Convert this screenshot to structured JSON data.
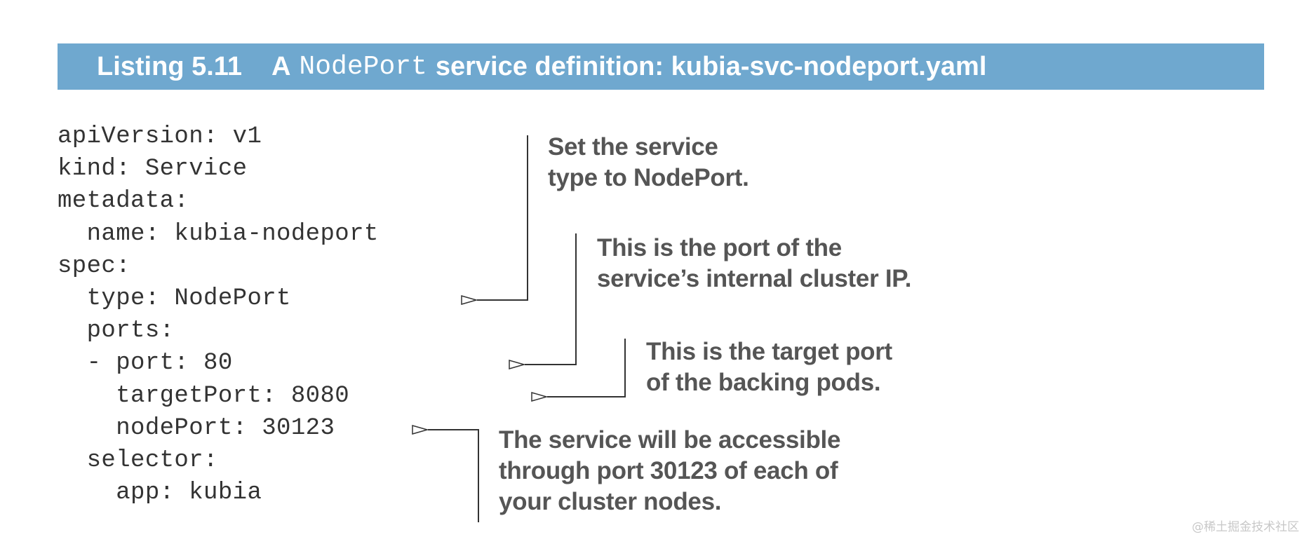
{
  "listing": {
    "number": "Listing 5.11",
    "title_prefix": "A",
    "title_code": "NodePort",
    "title_suffix": "service definition: kubia-svc-nodeport.yaml"
  },
  "code_lines": [
    "apiVersion: v1",
    "kind: Service",
    "metadata:",
    "  name: kubia-nodeport",
    "spec:",
    "  type: NodePort",
    "  ports:",
    "  - port: 80",
    "    targetPort: 8080",
    "    nodePort: 30123",
    "  selector:",
    "    app: kubia"
  ],
  "annotations": {
    "type": [
      "Set the service",
      "type to NodePort."
    ],
    "port": [
      "This is the port of the",
      "service’s internal cluster IP."
    ],
    "target_port": [
      "This is the target port",
      "of the backing pods."
    ],
    "node_port": [
      "The service will be accessible",
      "through port 30123 of each of",
      "your cluster nodes."
    ]
  },
  "watermark": "@稀土掘金技术社区",
  "colors": {
    "banner": "#6fa8cf",
    "annotation_text": "#555555",
    "code_text": "#333333"
  }
}
